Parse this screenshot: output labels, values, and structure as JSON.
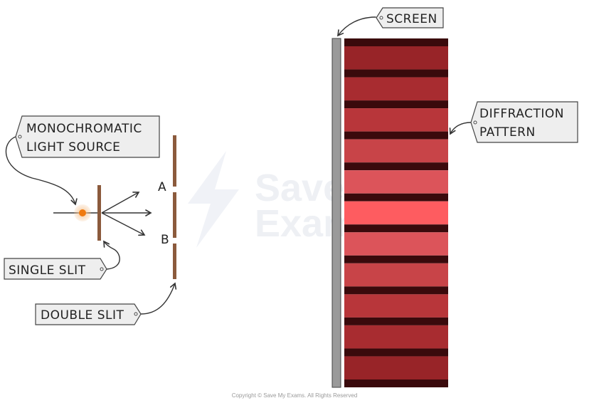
{
  "labels": {
    "screen": "SCREEN",
    "diffraction_line1": "DIFFRACTION",
    "diffraction_line2": "PATTERN",
    "source_line1": "MONOCHROMATIC",
    "source_line2": "LIGHT SOURCE",
    "single_slit": "SINGLE SLIT",
    "double_slit": "DOUBLE SLIT",
    "slit_a": "A",
    "slit_b": "B"
  },
  "watermark": {
    "line1": "Save My",
    "line2": "Exams"
  },
  "copyright": "Copyright © Save My Exams. All Rights Reserved",
  "colors": {
    "slit": "#8b5a3c",
    "screen": "#9a9a9a",
    "dark_fringe": "#3a0a0c",
    "source": "#f07a10",
    "source_glow": "#f6c89a",
    "tag_fill": "#eeeeee",
    "tag_stroke": "#444444"
  },
  "pattern": {
    "bright_fringe_colors": [
      "#982428",
      "#a82c30",
      "#b8363a",
      "#c84448",
      "#dc545a",
      "#fe5c60",
      "#dc545a",
      "#c84448",
      "#b8363a",
      "#a82c30",
      "#982428"
    ]
  }
}
